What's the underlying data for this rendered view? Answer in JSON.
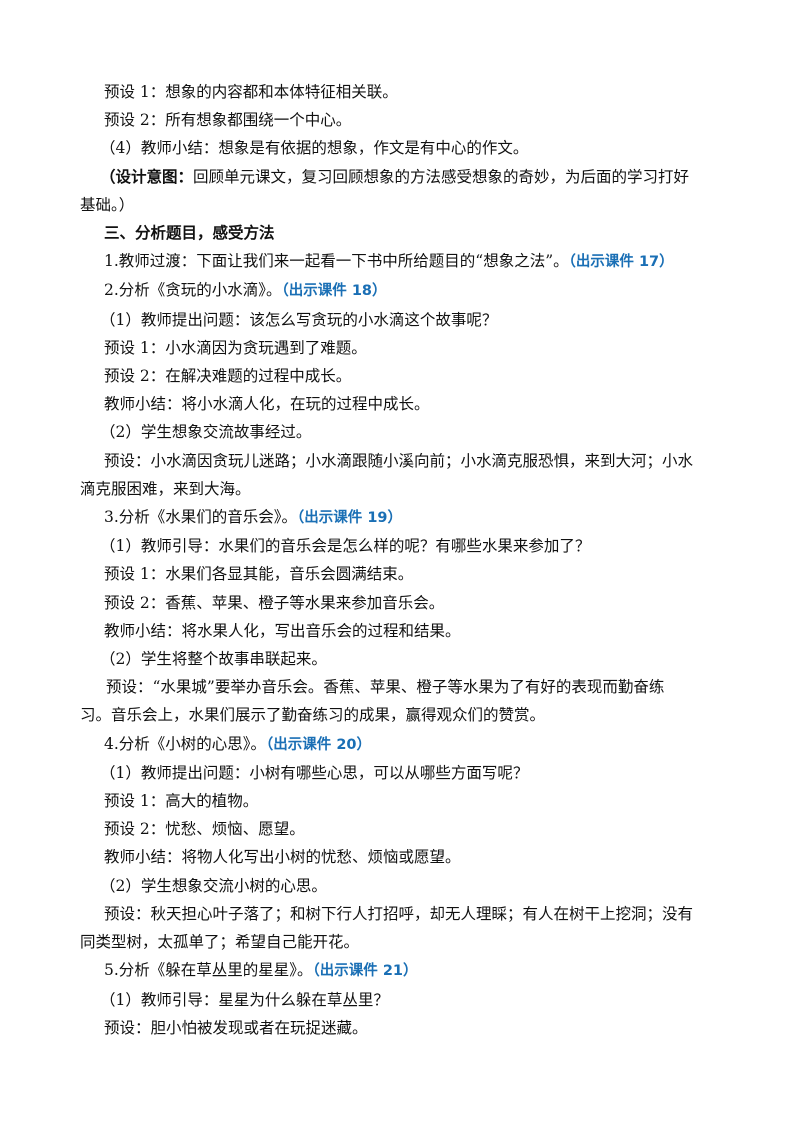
{
  "lines": {
    "l1": "预设 1：想象的内容都和本体特征相关联。",
    "l2": "预设 2：所有想象都围绕一个中心。",
    "l3": "（4）教师小结：想象是有依据的想象，作文是有中心的作文。",
    "l4_label": "（设计意图：",
    "l4_body": "回顾单元课文，复习回顾想象的方法感受想象的奇妙，为后面的学习打好",
    "l4_cont": "基础。）",
    "l5": "三、分析题目，感受方法",
    "l6_text": "1.教师过渡：下面让我们来一起看一下书中所给题目的“想象之法”。",
    "l6_tag": "（出示课件 17）",
    "l7_text": "2.分析《贪玩的小水滴》。",
    "l7_tag": "（出示课件 18）",
    "l8": "（1）教师提出问题：该怎么写贪玩的小水滴这个故事呢？",
    "l9": "预设 1：小水滴因为贪玩遇到了难题。",
    "l10": "预设 2：在解决难题的过程中成长。",
    "l11": "教师小结：将小水滴人化，在玩的过程中成长。",
    "l12": "（2）学生想象交流故事经过。",
    "l13a": "预设：小水滴因贪玩儿迷路；小水滴跟随小溪向前；小水滴克服恐惧，来到大河；小水",
    "l13b": "滴克服困难，来到大海。",
    "l14_text": "3.分析《水果们的音乐会》。",
    "l14_tag": "（出示课件 19）",
    "l15": "（1）教师引导：水果们的音乐会是怎么样的呢？有哪些水果来参加了？",
    "l16": "预设 1：水果们各显其能，音乐会圆满结束。",
    "l17": "预设 2：香蕉、苹果、橙子等水果来参加音乐会。",
    "l18": "教师小结：将水果人化，写出音乐会的过程和结果。",
    "l19": "（2）学生将整个故事串联起来。",
    "l20a": "预设：“水果城”要举办音乐会。香蕉、苹果、橙子等水果为了有好的表现而勤奋练",
    "l20b": "习。音乐会上，水果们展示了勤奋练习的成果，赢得观众们的赞赏。",
    "l21_text": "4.分析《小树的心思》。",
    "l21_tag": "（出示课件 20）",
    "l22": "（1）教师提出问题：小树有哪些心思，可以从哪些方面写呢？",
    "l23": "预设 1：高大的植物。",
    "l24": "预设 2：忧愁、烦恼、愿望。",
    "l25": "教师小结：将物人化写出小树的忧愁、烦恼或愿望。",
    "l26": "（2）学生想象交流小树的心思。",
    "l27a": "预设：秋天担心叶子落了；和树下行人打招呼，却无人理睬；有人在树干上挖洞；没有",
    "l27b": "同类型树，太孤单了；希望自己能开花。",
    "l28_text": "5.分析《躲在草丛里的星星》。",
    "l28_tag": "（出示课件 21）",
    "l29": "（1）教师引导：星星为什么躲在草丛里？",
    "l30": "预设：胆小怕被发现或者在玩捉迷藏。"
  },
  "colors": {
    "tag_blue": "#1a6fb5",
    "text": "#111111"
  }
}
